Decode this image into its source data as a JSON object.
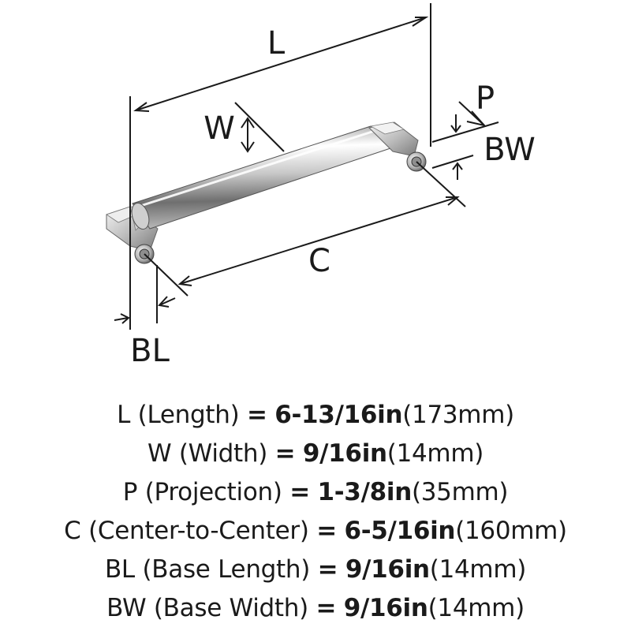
{
  "diagram": {
    "labels": {
      "L": "L",
      "W": "W",
      "P": "P",
      "BW": "BW",
      "C": "C",
      "BL": "BL"
    }
  },
  "specs": [
    {
      "key": "L",
      "name": "(Length)",
      "eq": "=",
      "imperial": "6-13/16in",
      "metric": "(173mm)"
    },
    {
      "key": "W",
      "name": "(Width)",
      "eq": "=",
      "imperial": "9/16in",
      "metric": "(14mm)"
    },
    {
      "key": "P",
      "name": "(Projection)",
      "eq": "=",
      "imperial": "1-3/8in",
      "metric": "(35mm)"
    },
    {
      "key": "C",
      "name": "(Center-to-Center)",
      "eq": "=",
      "imperial": "6-5/16in",
      "metric": "(160mm)"
    },
    {
      "key": "BL",
      "name": "(Base Length)",
      "eq": "=",
      "imperial": "9/16in",
      "metric": "(14mm)"
    },
    {
      "key": "BW",
      "name": "(Base Width)",
      "eq": "=",
      "imperial": "9/16in",
      "metric": "(14mm)"
    }
  ]
}
